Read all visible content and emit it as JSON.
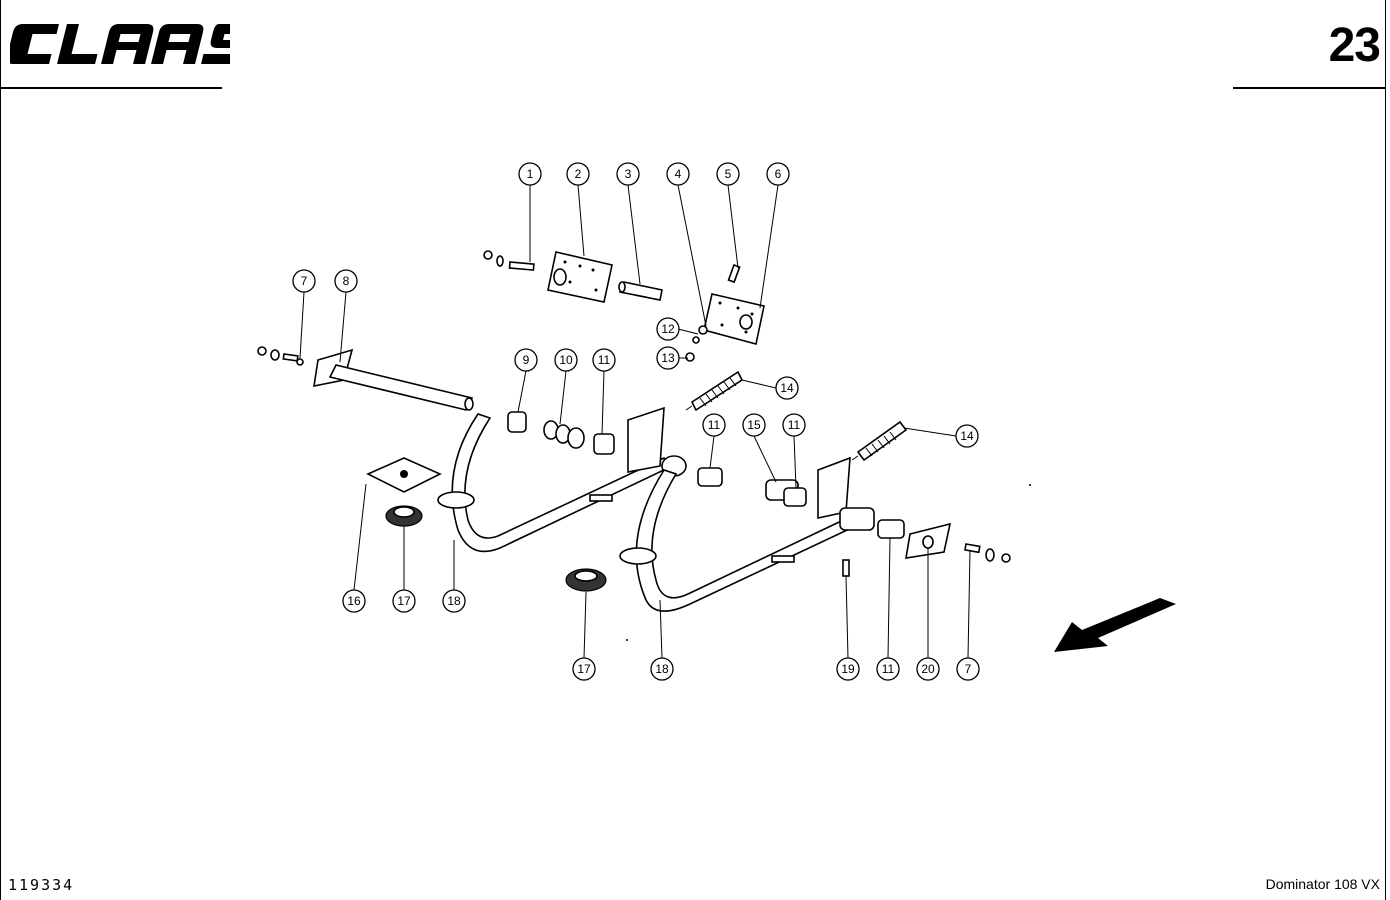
{
  "header": {
    "brand_logo_text": "CLAAS",
    "page_number": "23"
  },
  "footer": {
    "drawing_number": "119334",
    "model": "Dominator 108 VX"
  },
  "diagram": {
    "item_labels": [
      "1",
      "2",
      "3",
      "4",
      "5",
      "6",
      "7",
      "8",
      "9",
      "10",
      "11",
      "12",
      "13",
      "14",
      "14",
      "15",
      "11",
      "11",
      "16",
      "17",
      "18",
      "17",
      "18",
      "19",
      "11",
      "20",
      "7"
    ],
    "direction_arrow": "arrow-icon"
  }
}
